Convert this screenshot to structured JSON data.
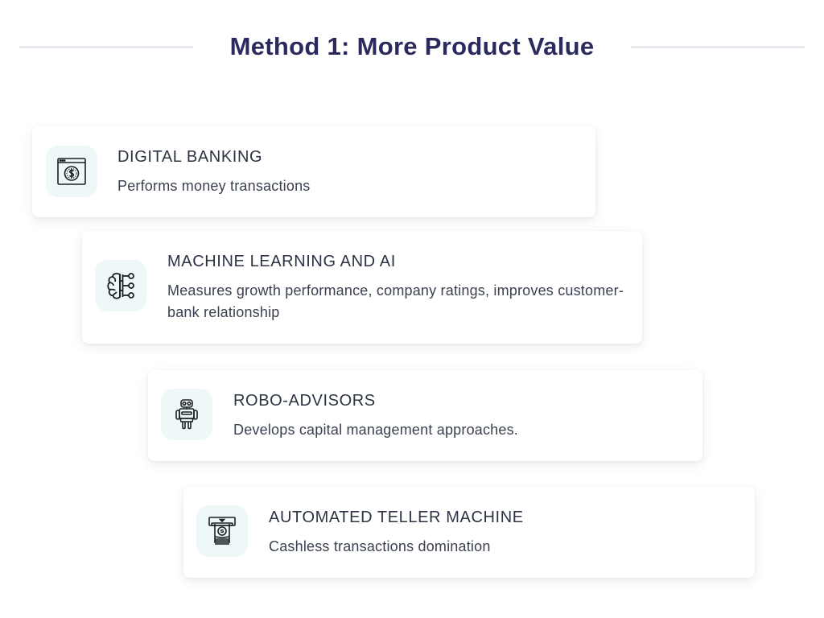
{
  "header": {
    "title": "Method 1: More Product Value"
  },
  "colors": {
    "title": "#2b2a5e",
    "heading": "#2c3444",
    "text": "#3a4150",
    "icon_bg": "#eef8f8",
    "divider": "#e6eaef",
    "card_bg": "#ffffff"
  },
  "cards": [
    {
      "icon": "browser-dollar-icon",
      "heading": "DIGITAL BANKING",
      "description": "Performs money transactions"
    },
    {
      "icon": "brain-circuit-icon",
      "heading": "MACHINE LEARNING AND AI",
      "description": "Measures growth performance, company ratings, improves customer-bank relationship"
    },
    {
      "icon": "robot-icon",
      "heading": "ROBO-ADVISORS",
      "description": "Develops capital management approaches."
    },
    {
      "icon": "atm-cash-icon",
      "heading": "AUTOMATED TELLER MACHINE",
      "description": "Cashless transactions domination"
    }
  ]
}
